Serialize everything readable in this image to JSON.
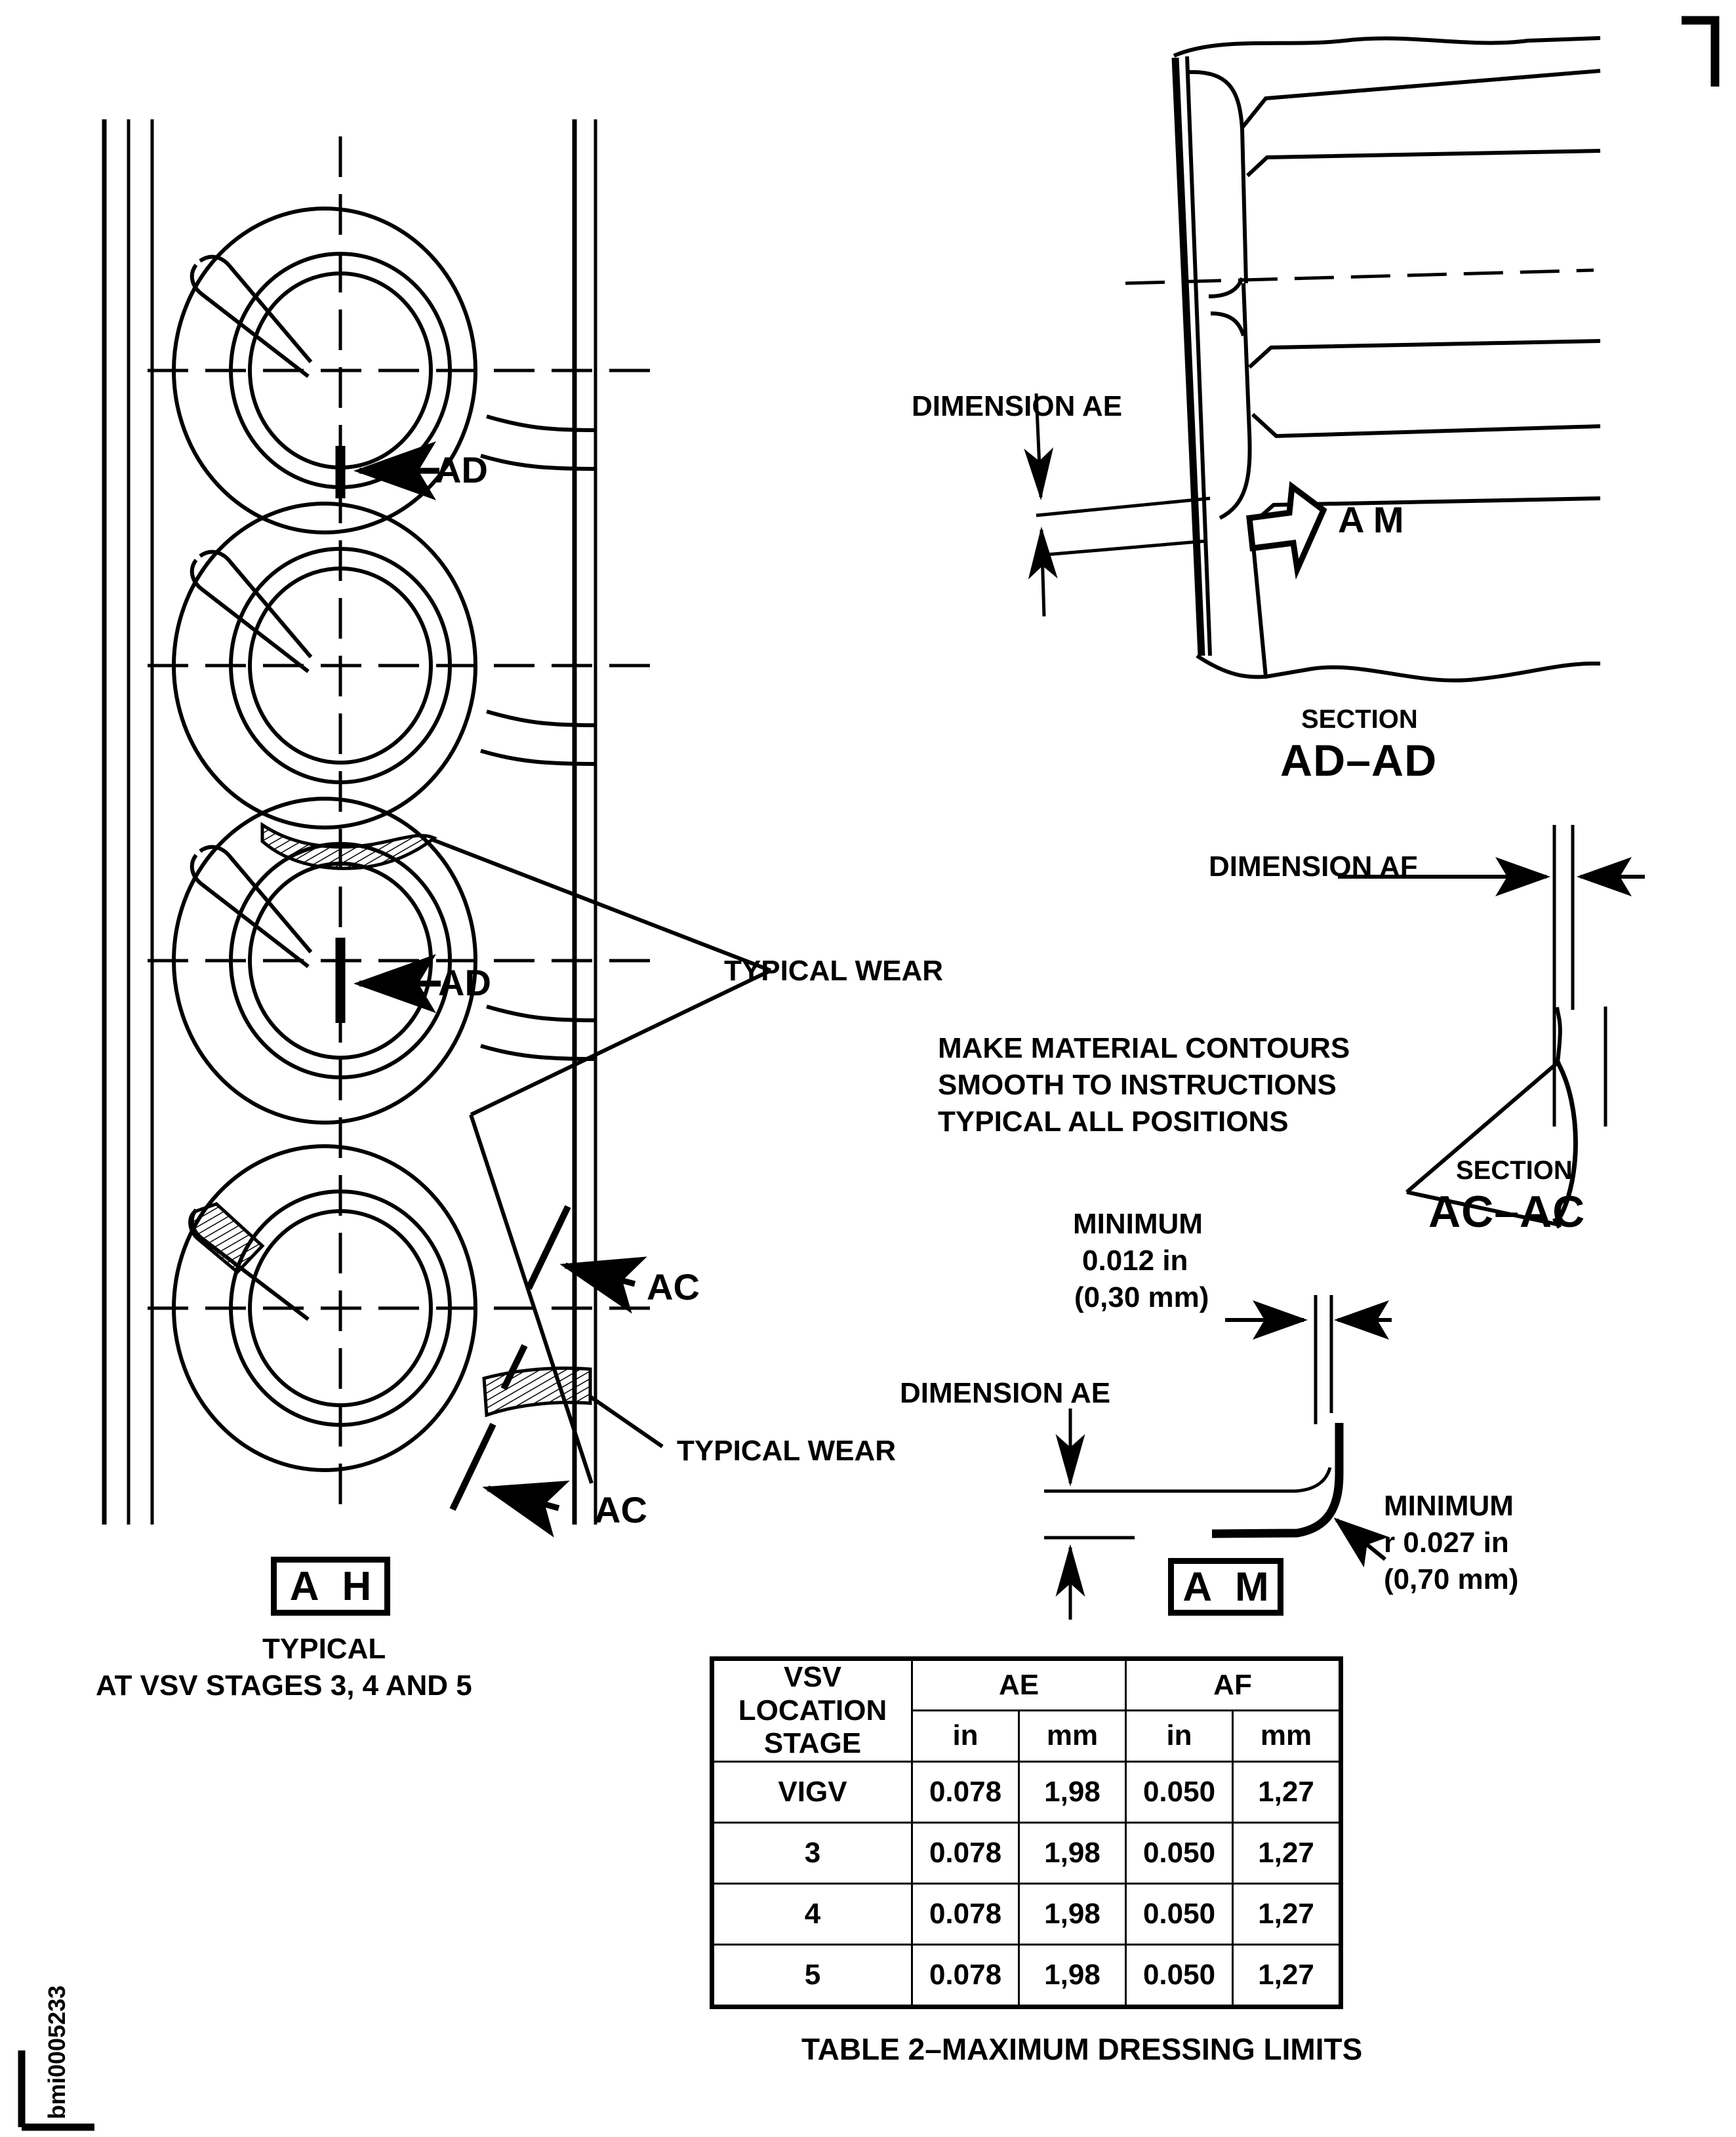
{
  "sheet": {
    "drawing_id": "bmi0005233"
  },
  "left_view": {
    "flag_label": "A H",
    "caption_line1": "TYPICAL",
    "caption_line2": "AT VSV STAGES 3, 4 AND 5",
    "callout_ad_top": "AD",
    "callout_ad_mid": "AD",
    "callout_ac_upper": "AC",
    "callout_ac_lower": "AC",
    "typical_wear_main": "TYPICAL WEAR",
    "typical_wear_lower": "TYPICAL WEAR"
  },
  "section_ad_ad": {
    "dimension_label": "DIMENSION AE",
    "detail_callout": "A M",
    "section_word": "SECTION",
    "section_name": "AD–AD"
  },
  "section_ac_ac": {
    "dimension_label": "DIMENSION AF",
    "note_line1": "MAKE MATERIAL CONTOURS",
    "note_line2": "SMOOTH TO INSTRUCTIONS",
    "note_line3": "TYPICAL ALL POSITIONS",
    "section_word": "SECTION",
    "section_name": "AC–AC"
  },
  "detail_am": {
    "flag_label": "A M",
    "min_thickness_line1": "MINIMUM",
    "min_thickness_line2": "0.012 in",
    "min_thickness_line3": "(0,30 mm)",
    "dimension_label": "DIMENSION AE",
    "min_radius_line1": "MINIMUM",
    "min_radius_line2": "r 0.027 in",
    "min_radius_line3": "(0,70 mm)"
  },
  "table": {
    "caption": "TABLE 2–MAXIMUM DRESSING LIMITS",
    "header_stage_line1": "VSV LOCATION",
    "header_stage_line2": "STAGE",
    "group_headers": [
      "AE",
      "AF"
    ],
    "unit_headers": [
      "in",
      "mm",
      "in",
      "mm"
    ],
    "rows": [
      {
        "stage": "VIGV",
        "ae_in": "0.078",
        "ae_mm": "1,98",
        "af_in": "0.050",
        "af_mm": "1,27"
      },
      {
        "stage": "3",
        "ae_in": "0.078",
        "ae_mm": "1,98",
        "af_in": "0.050",
        "af_mm": "1,27"
      },
      {
        "stage": "4",
        "ae_in": "0.078",
        "ae_mm": "1,98",
        "af_in": "0.050",
        "af_mm": "1,27"
      },
      {
        "stage": "5",
        "ae_in": "0.078",
        "ae_mm": "1,98",
        "af_in": "0.050",
        "af_mm": "1,27"
      }
    ]
  },
  "colors": {
    "line": "#000000",
    "background": "#ffffff"
  }
}
